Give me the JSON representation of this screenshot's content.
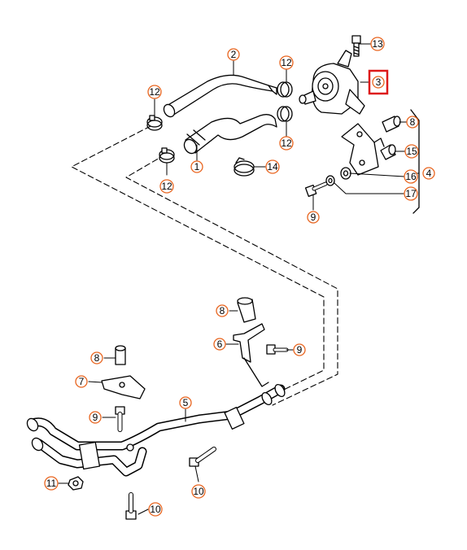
{
  "colors": {
    "line": "#000000",
    "callout_circle": "#e8641e",
    "highlight": "#dd1a1a",
    "background": "#ffffff"
  },
  "callouts": [
    {
      "id": "c2",
      "label": "2"
    },
    {
      "id": "c12a",
      "label": "12"
    },
    {
      "id": "c12b",
      "label": "12"
    },
    {
      "id": "c12c",
      "label": "12"
    },
    {
      "id": "c12d",
      "label": "12"
    },
    {
      "id": "c13",
      "label": "13"
    },
    {
      "id": "c3",
      "label": "3",
      "highlighted": true
    },
    {
      "id": "c8a",
      "label": "8"
    },
    {
      "id": "c15",
      "label": "15"
    },
    {
      "id": "c16",
      "label": "16"
    },
    {
      "id": "c4",
      "label": "4"
    },
    {
      "id": "c17",
      "label": "17"
    },
    {
      "id": "c1",
      "label": "1"
    },
    {
      "id": "c14",
      "label": "14"
    },
    {
      "id": "c9a",
      "label": "9"
    },
    {
      "id": "c8b",
      "label": "8"
    },
    {
      "id": "c6",
      "label": "6"
    },
    {
      "id": "c9b",
      "label": "9"
    },
    {
      "id": "c8c",
      "label": "8"
    },
    {
      "id": "c7",
      "label": "7"
    },
    {
      "id": "c5",
      "label": "5"
    },
    {
      "id": "c9c",
      "label": "9"
    },
    {
      "id": "c11",
      "label": "11"
    },
    {
      "id": "c10a",
      "label": "10"
    },
    {
      "id": "c10b",
      "label": "10"
    }
  ]
}
